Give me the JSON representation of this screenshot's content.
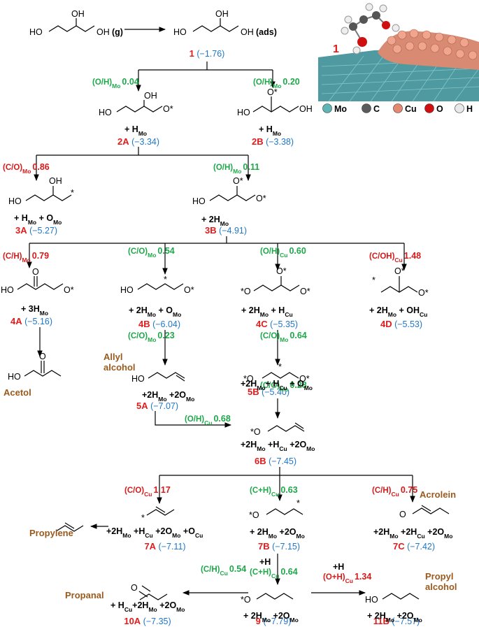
{
  "colors": {
    "mo_step": "#1ea84a",
    "cu_step": "#d61a1a",
    "energy": "#1f77c9",
    "label": "#e21b1b",
    "product": "#9a5a1e",
    "mo": "#5fb5b5",
    "c": "#5b5b5b",
    "cu": "#e58a70",
    "o": "#d01010",
    "h": "#e8e8e8"
  },
  "inset": {
    "tag": "1",
    "legend": [
      "Mo",
      "C",
      "Cu",
      "O",
      "H"
    ]
  },
  "gas": {
    "oh1": "OH",
    "oh2": "HO",
    "oh3": "OH",
    "g": "(g)"
  },
  "adsorbed": {
    "oh1": "OH",
    "oh2": "HO",
    "oh3": "OH",
    "ads": "(ads)"
  },
  "states": [
    {
      "id": "1",
      "energy": "(−1.76)"
    },
    {
      "id": "2A",
      "energy": "(−3.34)"
    },
    {
      "id": "2B",
      "energy": "(−3.38)"
    },
    {
      "id": "3A",
      "energy": "(−5.27)"
    },
    {
      "id": "3B",
      "energy": "(−4.91)"
    },
    {
      "id": "4A",
      "energy": "(−5.16)"
    },
    {
      "id": "4B",
      "energy": "(−6.04)"
    },
    {
      "id": "4C",
      "energy": "(−5.35)"
    },
    {
      "id": "4D",
      "energy": "(−5.53)"
    },
    {
      "id": "5A",
      "energy": "(−7.07)"
    },
    {
      "id": "5B",
      "energy": "(−5.40)"
    },
    {
      "id": "6B",
      "energy": "(−7.45)"
    },
    {
      "id": "7A",
      "energy": "(−7.11)"
    },
    {
      "id": "7B",
      "energy": "(−7.15)"
    },
    {
      "id": "7C",
      "energy": "(−7.42)"
    },
    {
      "id": "9",
      "energy": "(−7.79)"
    },
    {
      "id": "10A",
      "energy": "(−7.35)"
    },
    {
      "id": "11B",
      "energy": "(−7.57)"
    }
  ],
  "steps": [
    {
      "bond": "(O/H)",
      "site": "Mo",
      "barrier": "0.04",
      "color": "mo_step"
    },
    {
      "bond": "(O/H)",
      "site": "Mo",
      "barrier": "0.20",
      "color": "mo_step"
    },
    {
      "bond": "(C/O)",
      "site": "Mo",
      "barrier": "0.86",
      "color": "cu_step"
    },
    {
      "bond": "(O/H)",
      "site": "Mo",
      "barrier": "0.11",
      "color": "mo_step"
    },
    {
      "bond": "(C/H)",
      "site": "Mo",
      "barrier": "0.79",
      "color": "cu_step"
    },
    {
      "bond": "(C/O)",
      "site": "Mo",
      "barrier": "0.54",
      "color": "mo_step"
    },
    {
      "bond": "(O/H)",
      "site": "Cu",
      "barrier": "0.60",
      "color": "mo_step"
    },
    {
      "bond": "(C/OH)",
      "site": "Cu",
      "barrier": "1.48",
      "color": "cu_step"
    },
    {
      "bond": "(C/O)",
      "site": "Mo",
      "barrier": "0.23",
      "color": "mo_step"
    },
    {
      "bond": "(C/O)",
      "site": "Mo",
      "barrier": "0.64",
      "color": "mo_step"
    },
    {
      "bond": "(C/O)",
      "site": "Mo",
      "barrier": "0.28",
      "color": "mo_step"
    },
    {
      "bond": "(O/H)",
      "site": "Cu",
      "barrier": "0.68",
      "color": "mo_step"
    },
    {
      "bond": "(C/O)",
      "site": "Cu",
      "barrier": "1.17",
      "color": "cu_step"
    },
    {
      "bond": "(C+H)",
      "site": "Cu",
      "barrier": "0.63",
      "color": "mo_step"
    },
    {
      "bond": "(C/H)",
      "site": "Cu",
      "barrier": "0.75",
      "color": "cu_step"
    },
    {
      "bond": "(C+H)",
      "site": "Cu",
      "barrier": "0.64",
      "color": "mo_step",
      "prefix": "+H"
    },
    {
      "bond": "(C/H)",
      "site": "Cu",
      "barrier": "0.54",
      "color": "mo_step"
    },
    {
      "bond": "(O+H)",
      "site": "Cu",
      "barrier": "1.34",
      "color": "cu_step",
      "prefix": "+H"
    }
  ],
  "coadsorbates": [
    {
      "parts": [
        [
          "+ H",
          "Mo"
        ]
      ]
    },
    {
      "parts": [
        [
          "+ H",
          "Mo"
        ]
      ]
    },
    {
      "parts": [
        [
          "+ H",
          "Mo"
        ],
        [
          "  + O",
          "Mo"
        ]
      ]
    },
    {
      "parts": [
        [
          "+ 2H",
          "Mo"
        ]
      ]
    },
    {
      "parts": [
        [
          "+ 3H",
          "Mo"
        ]
      ]
    },
    {
      "parts": [
        [
          "+ 2H",
          "Mo"
        ],
        [
          " + O",
          "Mo"
        ]
      ]
    },
    {
      "parts": [
        [
          "+ 2H",
          "Mo"
        ],
        [
          " + H",
          "Cu"
        ]
      ]
    },
    {
      "parts": [
        [
          "+ 2H",
          "Mo"
        ],
        [
          " + OH",
          "Cu"
        ]
      ]
    },
    {
      "parts": [
        [
          "+2H",
          "Mo"
        ],
        [
          " +2O",
          "Mo"
        ]
      ]
    },
    {
      "parts": [
        [
          "+2H",
          "Mo"
        ],
        [
          "+ H",
          "Cu"
        ],
        [
          " + O",
          "Mo"
        ]
      ]
    },
    {
      "parts": [
        [
          "+2H",
          "Mo"
        ],
        [
          " +H",
          "Cu"
        ],
        [
          " +2O",
          "Mo"
        ]
      ]
    },
    {
      "parts": [
        [
          "+2H",
          "Mo"
        ],
        [
          " +H",
          "Cu"
        ],
        [
          " +2O",
          "Mo"
        ],
        [
          " +O",
          "Cu"
        ]
      ]
    },
    {
      "parts": [
        [
          "+ 2H",
          "Mo"
        ],
        [
          " +2O",
          "Mo"
        ]
      ]
    },
    {
      "parts": [
        [
          "+2H",
          "Mo"
        ],
        [
          " +2H",
          "Cu"
        ],
        [
          " +2O",
          "Mo"
        ]
      ]
    },
    {
      "parts": [
        [
          "+ 2H",
          "Mo"
        ],
        [
          " +2O",
          "Mo"
        ]
      ]
    },
    {
      "parts": [
        [
          "+ H",
          "Cu"
        ],
        [
          "+2H",
          "Mo"
        ],
        [
          " +2O",
          "Mo"
        ]
      ]
    },
    {
      "parts": [
        [
          "+ 2H",
          "Mo"
        ],
        [
          " +2O",
          "Mo"
        ]
      ]
    }
  ],
  "molecule_labels": {
    "s2A": [
      "OH",
      "HO",
      "O*"
    ],
    "s2B": [
      "O*",
      "HO",
      "OH"
    ],
    "s3A": [
      "OH",
      "HO",
      "*"
    ],
    "s3B": [
      "O*",
      "HO",
      "O*"
    ],
    "s4A": [
      "O",
      "HO",
      "O*"
    ],
    "s4B": [
      "*",
      "HO",
      "O*"
    ],
    "s4C": [
      "O*",
      "*O",
      "O*"
    ],
    "s4D": [
      "O*",
      "*",
      "O*"
    ],
    "s5A": [
      "HO"
    ],
    "s5B": [
      "*",
      "*O",
      "O*"
    ],
    "s6B": [
      "*O"
    ],
    "s7A": [
      "*"
    ],
    "s7B": [
      "*O",
      "*"
    ],
    "s7C": [
      "O"
    ],
    "s9": [
      "*O"
    ],
    "s10A": [
      "O"
    ],
    "s11B": [
      "HO"
    ],
    "acetol": [
      "O",
      "HO"
    ]
  },
  "products": [
    "Acetol",
    "Allyl",
    "alcohol",
    "Propylene",
    "Acrolein",
    "Propanal",
    "Propyl",
    "alcohol"
  ]
}
